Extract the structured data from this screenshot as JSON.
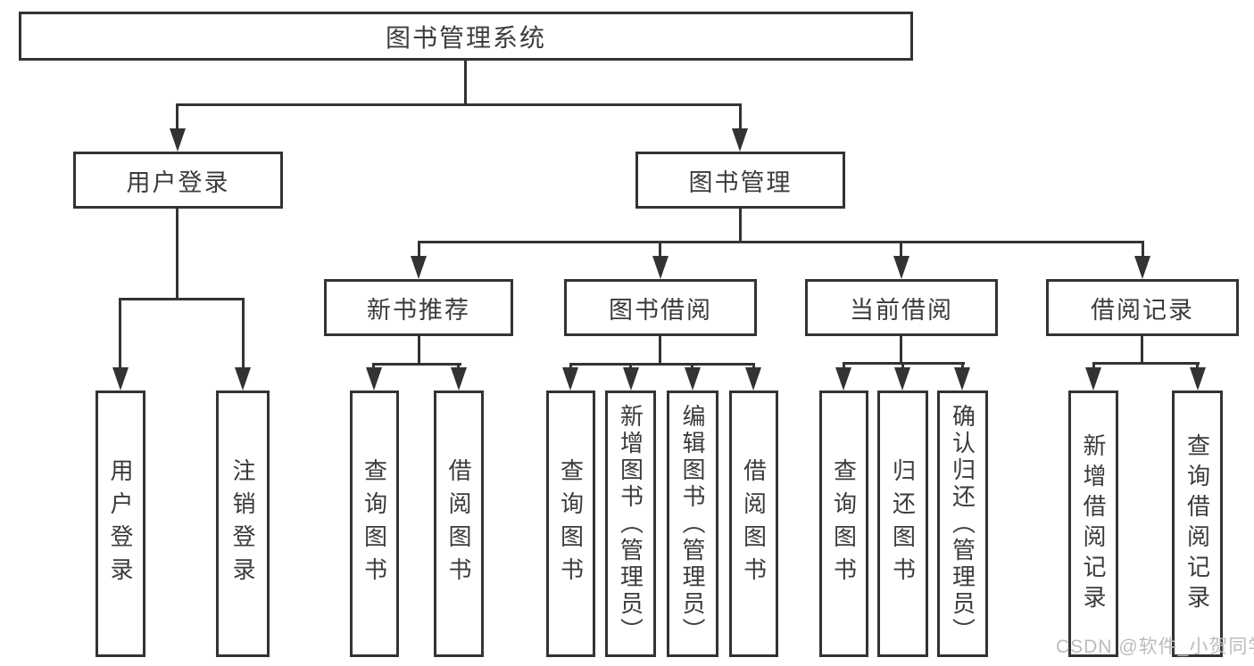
{
  "diagram": {
    "type": "hierarchy-tree",
    "background": "#ffffff",
    "colors": {
      "line": "#333333",
      "box_border": "#333333",
      "text": "#3b3b3b",
      "watermark": "#bcbcbc"
    },
    "tree": {
      "label": "图书管理系统",
      "children": [
        {
          "label": "用户登录",
          "children": [
            {
              "label": "用户登录"
            },
            {
              "label": "注销登录"
            }
          ]
        },
        {
          "label": "图书管理",
          "children": [
            {
              "label": "新书推荐",
              "children": [
                {
                  "label": "查询图书"
                },
                {
                  "label": "借阅图书"
                }
              ]
            },
            {
              "label": "图书借阅",
              "children": [
                {
                  "label": "查询图书"
                },
                {
                  "label": "新增图书（管理员）"
                },
                {
                  "label": "编辑图书（管理员）"
                },
                {
                  "label": "借阅图书"
                }
              ]
            },
            {
              "label": "当前借阅",
              "children": [
                {
                  "label": "查询图书"
                },
                {
                  "label": "归还图书"
                },
                {
                  "label": "确认归还（管理员）"
                }
              ]
            },
            {
              "label": "借阅记录",
              "children": [
                {
                  "label": "新增借阅记录"
                },
                {
                  "label": "查询借阅记录"
                }
              ]
            }
          ]
        }
      ]
    },
    "watermark": {
      "text": "CSDN @软件_小贺同学"
    }
  }
}
